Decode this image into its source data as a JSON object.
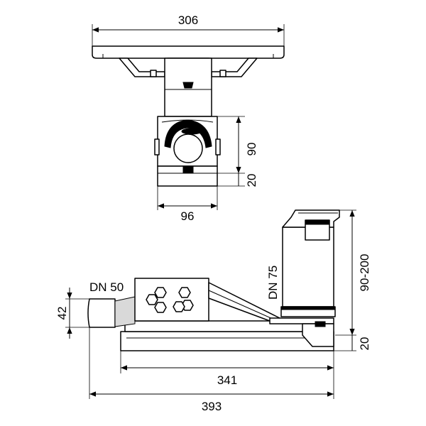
{
  "dimensions": {
    "top_width": "306",
    "body_height": "90",
    "base_height_top": "20",
    "body_width": "96",
    "inlet_height": "42",
    "total_height": "90-200",
    "base_height_side": "20",
    "base_length": "341",
    "total_length": "393"
  },
  "labels": {
    "inlet": "DN 50",
    "outlet": "DN 75"
  },
  "colors": {
    "line": "#000000",
    "fill": "#ffffff",
    "shade": "#d9d9d9"
  }
}
